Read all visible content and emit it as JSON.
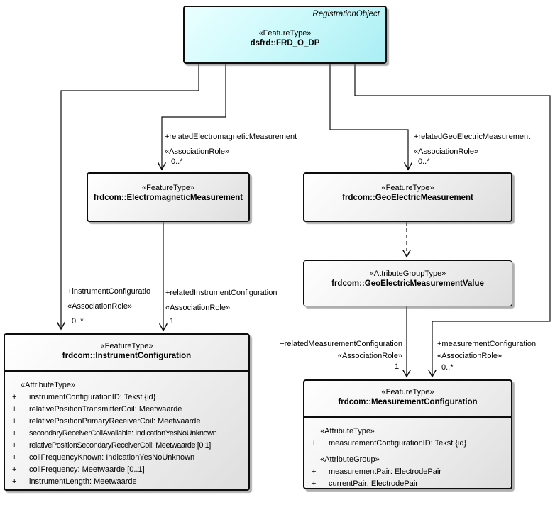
{
  "diagram": {
    "classes": {
      "frd_o_dp": {
        "corner_label": "RegistrationObject",
        "stereotype": "«FeatureType»",
        "name": "dsfrd::FRD_O_DP"
      },
      "electromagnetic_measurement": {
        "stereotype": "«FeatureType»",
        "name": "frdcom::ElectromagneticMeasurement"
      },
      "geoelectric_measurement": {
        "stereotype": "«FeatureType»",
        "name": "frdcom::GeoElectricMeasurement"
      },
      "geoelectric_measurement_value": {
        "stereotype": "«AttributeGroupType»",
        "name": "frdcom::GeoElectricMeasurementValue"
      },
      "instrument_configuration": {
        "stereotype": "«FeatureType»",
        "name": "frdcom::InstrumentConfiguration",
        "rows": [
          {
            "prefix": "",
            "text": "«AttributeType»"
          },
          {
            "prefix": "+",
            "text": "instrumentConfigurationID: Tekst {id}"
          },
          {
            "prefix": "+",
            "text": "relativePositionTransmitterCoil: Meetwaarde"
          },
          {
            "prefix": "+",
            "text": "relativePositionPrimaryReceiverCoil: Meetwaarde"
          },
          {
            "prefix": "+",
            "text": "secondaryReceiverCoilAvailable: IndicationYesNoUnknown"
          },
          {
            "prefix": "+",
            "text": "relativePositionSecondaryReceiverCoil: Meetwaarde [0.1]"
          },
          {
            "prefix": "+",
            "text": "coilFrequencyKnown: IndicationYesNoUnknown"
          },
          {
            "prefix": "+",
            "text": "coilFrequency: Meetwaarde [0..1]"
          },
          {
            "prefix": "+",
            "text": "instrumentLength: Meetwaarde"
          }
        ]
      },
      "measurement_configuration": {
        "stereotype": "«FeatureType»",
        "name": "frdcom::MeasurementConfiguration",
        "rows": [
          {
            "prefix": "",
            "text": "«AttributeType»"
          },
          {
            "prefix": "+",
            "text": "measurementConfigurationID: Tekst {id}"
          },
          {
            "prefix": "",
            "text": "«AttributeGroup»"
          },
          {
            "prefix": "+",
            "text": "measurementPair: ElectrodePair"
          },
          {
            "prefix": "+",
            "text": "currentPair: ElectrodePair"
          }
        ]
      }
    },
    "connectors": {
      "instrument_configuration": {
        "role": "+instrumentConfiguratio",
        "stereotype": "«AssociationRole»",
        "multiplicity": "0..*"
      },
      "related_electromagnetic_measurement": {
        "role": "+relatedElectromagneticMeasurement",
        "stereotype": "«AssociationRole»",
        "multiplicity": "0..*"
      },
      "related_geoelectric_measurement": {
        "role": "+relatedGeoElectricMeasurement",
        "stereotype": "«AssociationRole»",
        "multiplicity": "0..*"
      },
      "measurement_configuration": {
        "role": "+measurementConfiguration",
        "stereotype": "«AssociationRole»",
        "multiplicity": "0..*"
      },
      "related_instrument_configuration": {
        "role": "+relatedInstrumentConfiguration",
        "stereotype": "«AssociationRole»",
        "multiplicity": "1"
      },
      "related_measurement_configuration": {
        "role": "+relatedMeasurementConfiguration",
        "stereotype": "«AssociationRole»",
        "multiplicity": "1"
      }
    }
  }
}
